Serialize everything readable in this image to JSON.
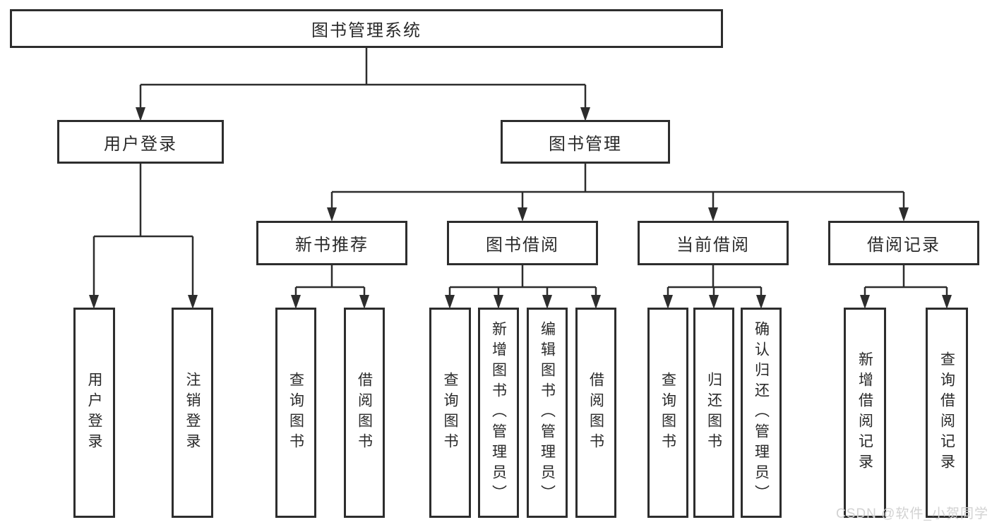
{
  "tree": {
    "label": "图书管理系统",
    "children": [
      {
        "label": "用户登录",
        "children": [
          {
            "label": "用户登录"
          },
          {
            "label": "注销登录"
          }
        ]
      },
      {
        "label": "图书管理",
        "children": [
          {
            "label": "新书推荐",
            "children": [
              {
                "label": "查询图书"
              },
              {
                "label": "借阅图书"
              }
            ]
          },
          {
            "label": "图书借阅",
            "children": [
              {
                "label": "查询图书"
              },
              {
                "label": "新增图书（管理员）"
              },
              {
                "label": "编辑图书（管理员）"
              },
              {
                "label": "借阅图书"
              }
            ]
          },
          {
            "label": "当前借阅",
            "children": [
              {
                "label": "查询图书"
              },
              {
                "label": "归还图书"
              },
              {
                "label": "确认归还（管理员）"
              }
            ]
          },
          {
            "label": "借阅记录",
            "children": [
              {
                "label": "新增借阅记录"
              },
              {
                "label": "查询借阅记录"
              }
            ]
          }
        ]
      }
    ]
  },
  "watermark": {
    "text": "CSDN @软件_小贺同学"
  },
  "colors": {
    "line": "#2d2d2d",
    "box_border": "#2d2d2d",
    "text": "#2a2a2a",
    "background": "#ffffff",
    "watermark": "#d2d2d2"
  }
}
